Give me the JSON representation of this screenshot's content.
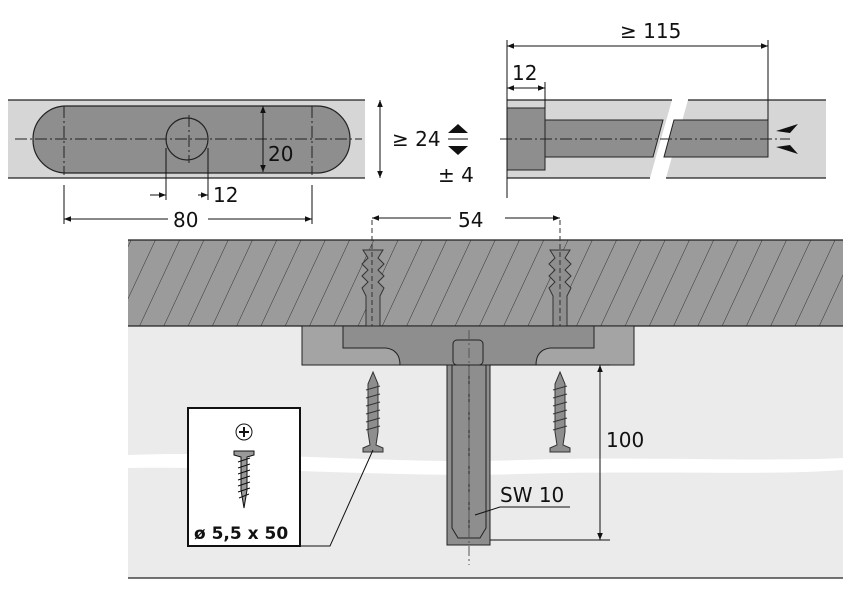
{
  "top_view": {
    "slot_height": "20",
    "hole_diameter": "12",
    "slot_length": "80",
    "min_width": "≥ 24"
  },
  "side_view": {
    "min_length": "≥ 115",
    "block_width": "12",
    "adjustment": "± 4"
  },
  "section_view": {
    "dowel_spacing": "54",
    "bolt_length": "100",
    "wrench_size": "SW 10"
  },
  "screw_inset": {
    "spec": "ø 5,5 x 50"
  },
  "colors": {
    "strip": "#d6d6d6",
    "part": "#8e8e8e",
    "ceiling": "#9b9b9b",
    "background": "#ebebeb"
  }
}
